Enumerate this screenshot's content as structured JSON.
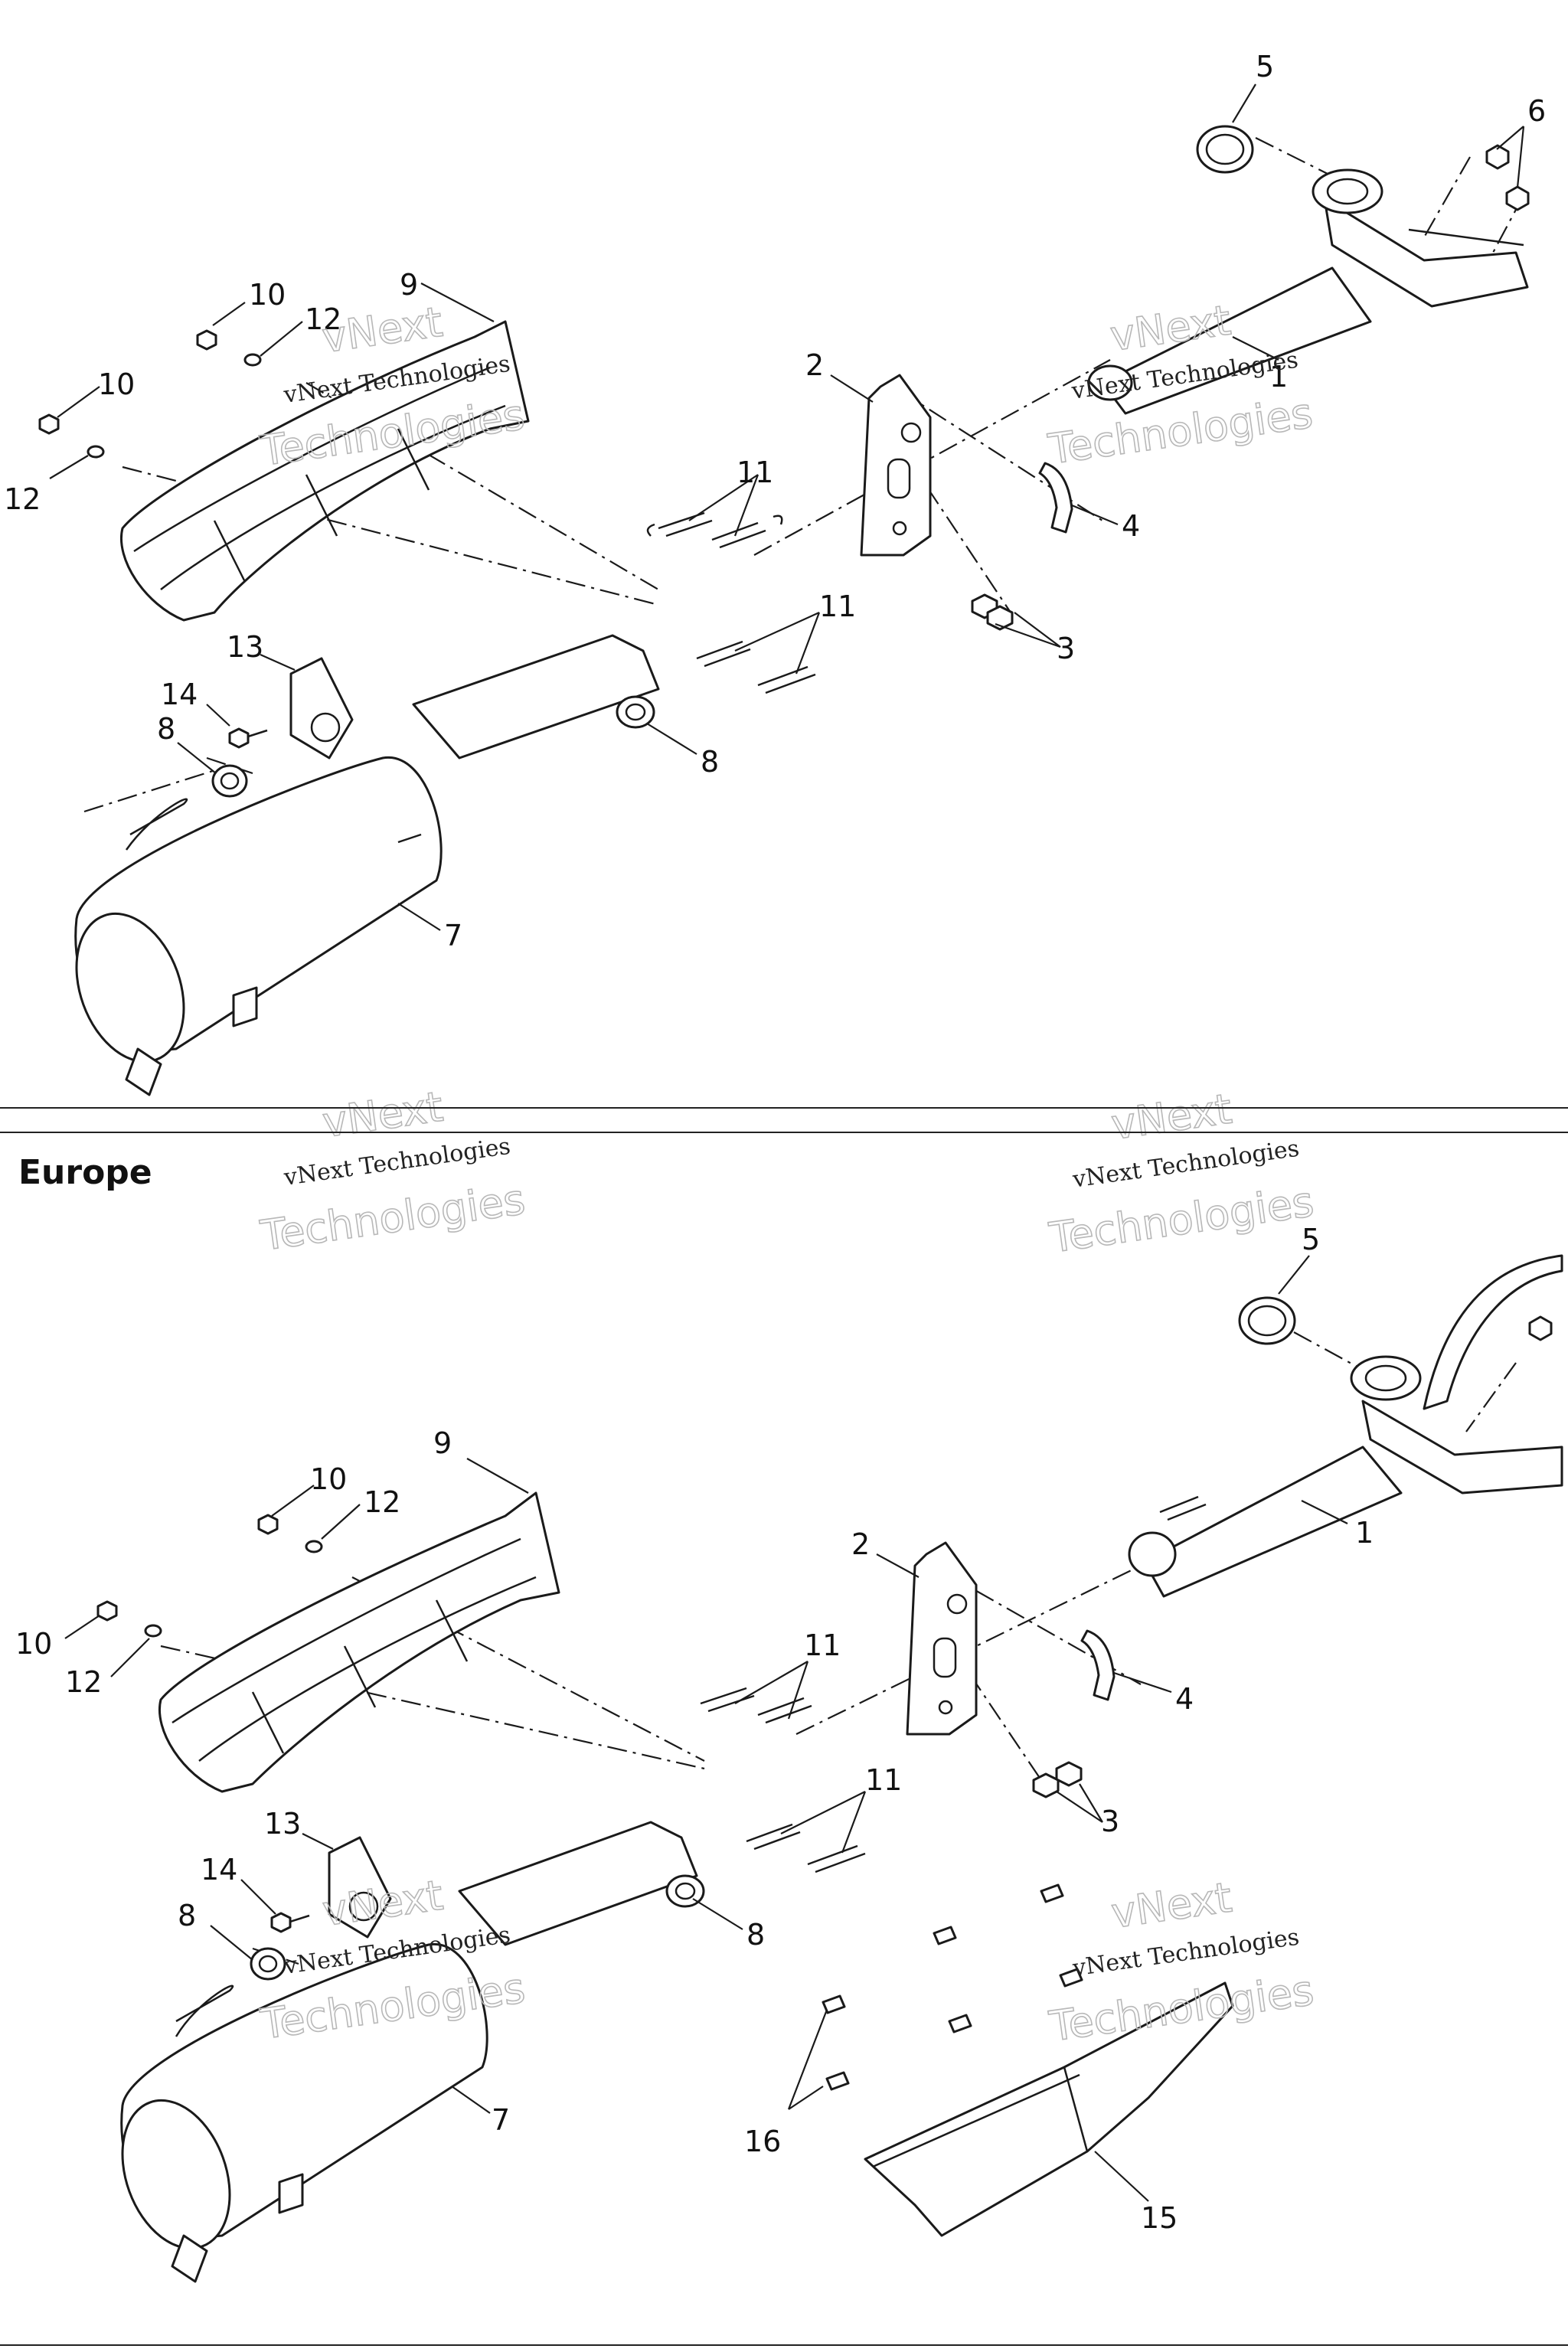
{
  "section_title": "Europe",
  "watermark": {
    "line1": "vNext Technologies",
    "line2": "vNext",
    "line3": "Technologies"
  },
  "callouts_upper": [
    "1",
    "2",
    "3",
    "4",
    "5",
    "6",
    "7",
    "8",
    "8",
    "9",
    "10",
    "10",
    "11",
    "11",
    "12",
    "12",
    "13",
    "14"
  ],
  "callouts_lower": [
    "1",
    "2",
    "3",
    "4",
    "5",
    "7",
    "8",
    "8",
    "9",
    "10",
    "10",
    "11",
    "11",
    "12",
    "12",
    "13",
    "14",
    "15",
    "16"
  ]
}
